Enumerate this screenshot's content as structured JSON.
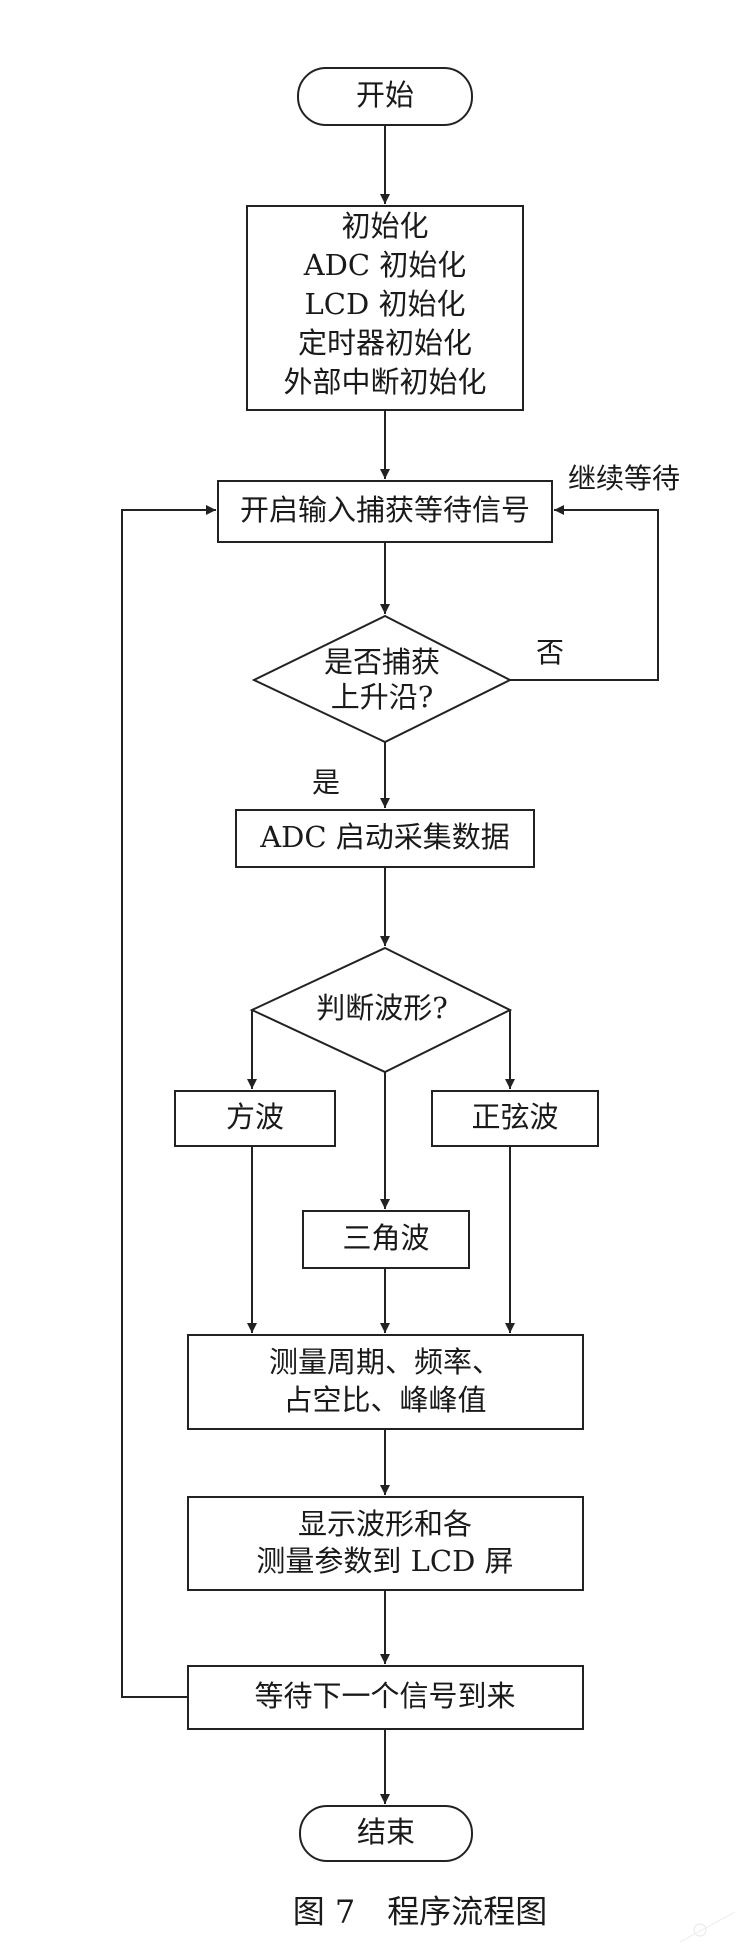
{
  "nodes": {
    "start": "开始",
    "init": [
      "初始化",
      "ADC 初始化",
      "LCD 初始化",
      "定时器初始化",
      "外部中断初始化"
    ],
    "capture_wait": "开启输入捕获等待信号",
    "rising_edge": [
      "是否捕获",
      "上升沿?"
    ],
    "adc_collect": "ADC 启动采集数据",
    "judge_wave": "判断波形?",
    "square": "方波",
    "sine": "正弦波",
    "triangle": "三角波",
    "measure": [
      "测量周期、频率、",
      "占空比、峰峰值"
    ],
    "display": [
      "显示波形和各",
      "测量参数到 LCD 屏"
    ],
    "wait_next": "等待下一个信号到来",
    "end": "结束"
  },
  "labels": {
    "continue_wait": "继续等待",
    "no": "否",
    "yes": "是"
  },
  "caption": "图 7　程序流程图"
}
